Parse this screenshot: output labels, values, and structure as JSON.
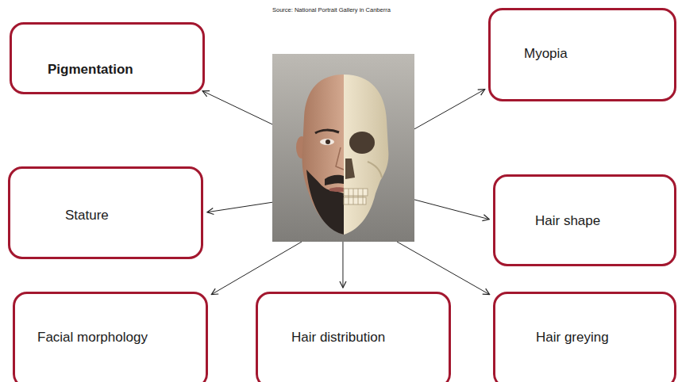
{
  "diagram": {
    "nodes": [
      {
        "text": [
          "Source: National Portrait Gallery in Canberra"
        ]
      },
      {
        "text": [
          "Pigmentation"
        ]
      },
      {
        "text": [
          "Myopia"
        ]
      },
      {
        "text": [
          "Stature"
        ]
      },
      {
        "text": [
          "Hair shape"
        ]
      },
      {
        "text": [
          "Facial morphology"
        ]
      },
      {
        "text": [
          "Hair distribution"
        ]
      },
      {
        "text": [
          "Hair greying"
        ]
      }
    ],
    "edges": [
      {
        "from": 0,
        "to": 1,
        "arrow": "to"
      },
      {
        "from": 0,
        "to": 2,
        "arrow": "to"
      },
      {
        "from": 0,
        "to": 3,
        "arrow": "to"
      },
      {
        "from": 0,
        "to": 4,
        "arrow": "to"
      },
      {
        "from": 0,
        "to": 5,
        "arrow": "to"
      },
      {
        "from": 0,
        "to": 6,
        "arrow": "to"
      },
      {
        "from": 0,
        "to": 7,
        "arrow": "to"
      }
    ]
  }
}
